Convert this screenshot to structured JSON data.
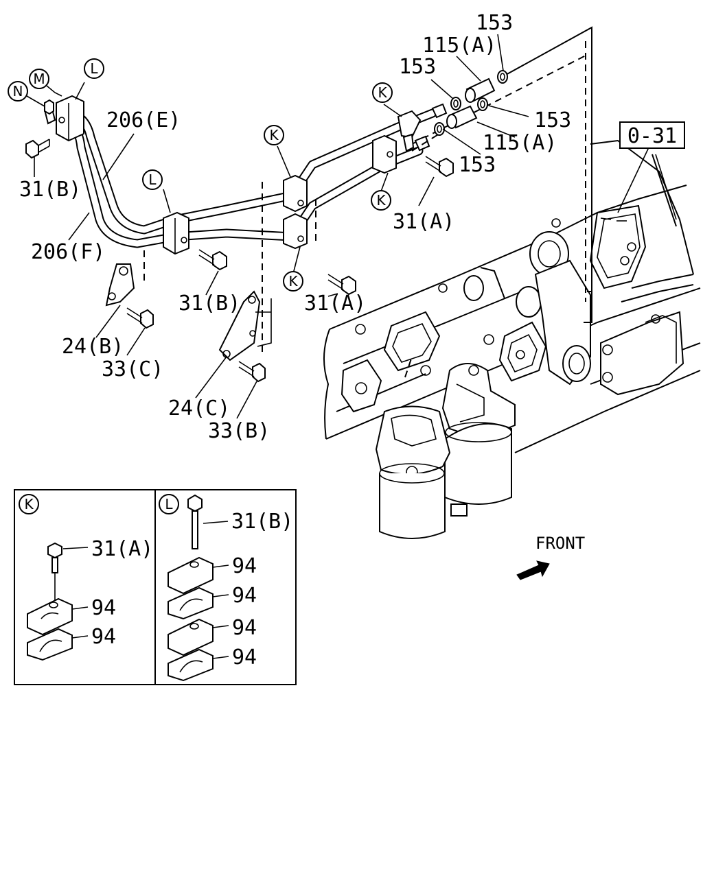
{
  "labels": {
    "l153_top": "153",
    "l115a_top": "115(A)",
    "l153_left": "153",
    "l153_right": "153",
    "l115a_mid": "115(A)",
    "l153_bottom": "153",
    "l206e": "206(E)",
    "l206f": "206(F)",
    "l31b_top": "31(B)",
    "l31b_mid": "31(B)",
    "l31a_mid": "31(A)",
    "l31a_right": "31(A)",
    "l24b": "24(B)",
    "l33c": "33(C)",
    "l24c": "24(C)",
    "l33b": "33(B)",
    "ref_box": "0-31",
    "front": "FRONT"
  },
  "callouts": {
    "m": "M",
    "n": "N",
    "l": "L",
    "k": "K"
  },
  "inset_k": {
    "letter": "K",
    "bolt": "31(A)",
    "clamp_upper": "94",
    "clamp_lower": "94"
  },
  "inset_l": {
    "letter": "L",
    "bolt": "31(B)",
    "clamp_1": "94",
    "clamp_2": "94",
    "clamp_3": "94",
    "clamp_4": "94"
  }
}
